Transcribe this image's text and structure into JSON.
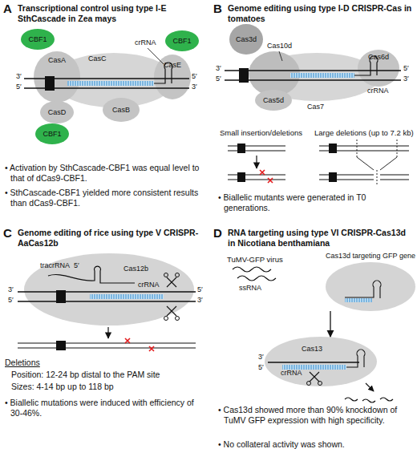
{
  "diagram": {
    "nodes": [
      {
        "text": [
          "CBF1"
        ]
      },
      {
        "text": [
          "CasA"
        ]
      },
      {
        "text": [
          "CBF1"
        ]
      },
      {
        "text": [
          "CasE"
        ]
      },
      {
        "text": [
          "CasD"
        ]
      },
      {
        "text": [
          "CBF1"
        ]
      },
      {
        "text": [
          "CasB"
        ]
      },
      {
        "text": [
          "Cas3d"
        ]
      },
      {
        "text": [
          "Cas6d"
        ]
      },
      {
        "text": [
          "Cas5d"
        ]
      },
      {
        "text": [
          "Cas12b"
        ]
      },
      {
        "text": [
          "Cas13d targeting GFP gene"
        ]
      },
      {
        "text": [
          "Cas13"
        ]
      }
    ],
    "edges": [
      {
        "from": 11,
        "to": 12,
        "arrow": "to"
      }
    ],
    "labels": [
      "A",
      "Transcriptional control using type I-E SthCascade in Zea mays",
      "crRNA",
      "CasC",
      "3′",
      "5′",
      "5′",
      "3′",
      "• Activation by SthCascade-CBF1 was equal level to that of dCas9-CBF1.",
      "• SthCascade-CBF1 yielded more consistent results than dCas9-CBF1.",
      "B",
      "Genome editing using type I-D CRISPR-Cas in tomatoes",
      "Cas10d",
      "crRNA",
      "Cas7",
      "3′",
      "5′",
      "5′",
      "3′",
      "Small insertion/deletions",
      "Large deletions (up to 7.2 kb)",
      "• Biallelic mutants were generated in T0 generations.",
      "C",
      "Genome editing of rice using type V CRISPR-AaCas12b",
      "tracrRNA",
      "5′",
      "crRNA",
      "3′",
      "5′",
      "5′",
      "3′",
      "Deletions",
      "Position: 12-24 bp distal to the PAM site",
      "Sizes: 4-14 bp up to 118 bp",
      "• Biallelic mutations were induced with efficiency of 30-46%.",
      "D",
      "RNA targeting using type VI CRISPR-Cas13d in Nicotiana benthamiana",
      "TuMV-GFP virus",
      "ssRNA",
      "crRNA",
      "3′",
      "5′",
      "• Cas13d showed more than 90% knockdown of TuMV GFP expression with high specificity.",
      "• No collateral activity was shown."
    ]
  }
}
